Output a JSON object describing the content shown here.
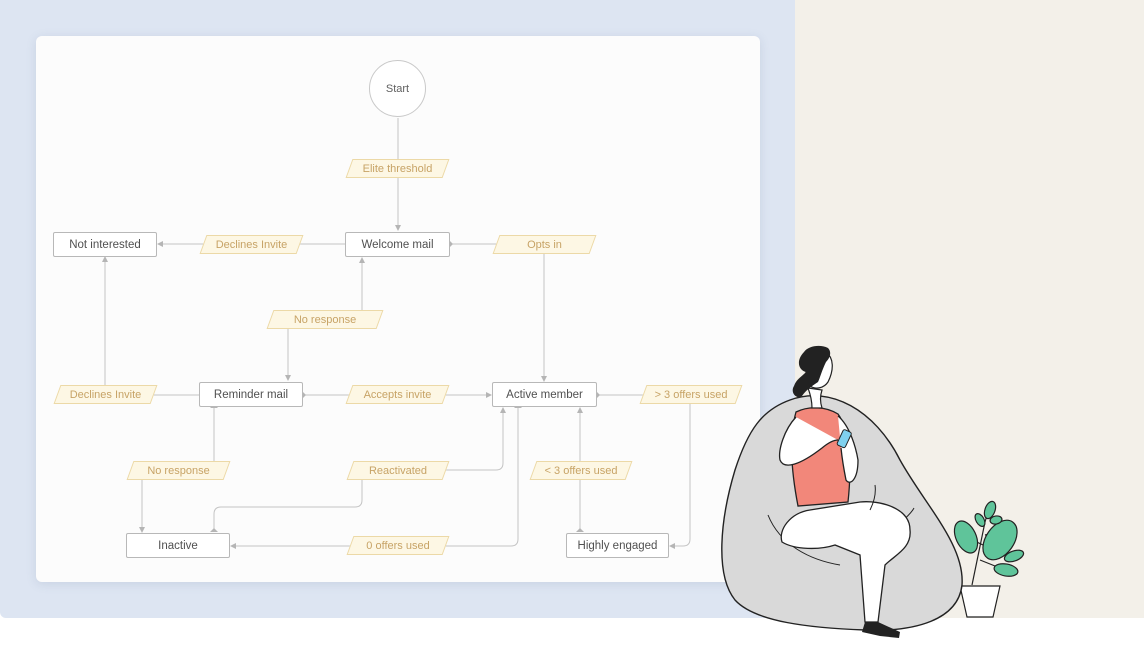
{
  "diagram": {
    "nodes": {
      "start": "Start",
      "welcome_mail": "Welcome mail",
      "not_interested": "Not interested",
      "reminder_mail": "Reminder mail",
      "active_member": "Active member",
      "inactive": "Inactive",
      "highly_engaged": "Highly engaged"
    },
    "conditions": {
      "elite_threshold": "Elite threshold",
      "declines_invite_top": "Declines Invite",
      "opts_in": "Opts in",
      "no_response_top": "No response",
      "declines_invite_left": "Declines Invite",
      "accepts_invite": "Accepts invite",
      "more_than_3_offers": "> 3 offers used",
      "no_response_bottom": "No response",
      "reactivated": "Reactivated",
      "less_than_3_offers": "< 3 offers used",
      "zero_offers_used": "0 offers used"
    }
  },
  "colors": {
    "left_panel_bg": "#dde5f2",
    "right_panel_bg": "#f3f0e9",
    "condition_fill": "#fdf7e4",
    "condition_text": "#c7a366",
    "connector": "#c4c4c4"
  },
  "illustration": {
    "subject": "person-on-beanbag-with-phone",
    "plant": "potted-plant"
  }
}
